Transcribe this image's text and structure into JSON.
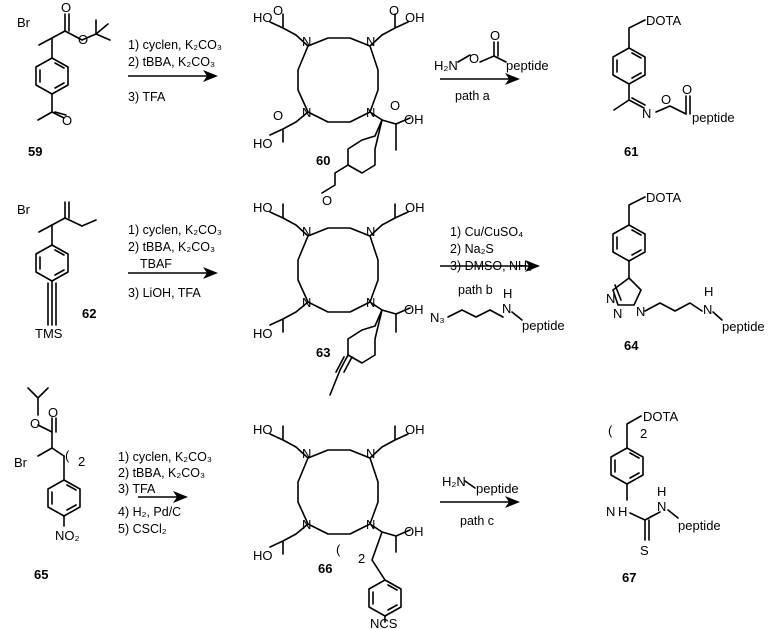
{
  "row1": {
    "sm_number": "59",
    "sm_br": "Br",
    "sm_o1": "O",
    "sm_o2": "O",
    "sm_o3": "O",
    "conditions": [
      "1) cyclen, K₂CO₃",
      "2) tBBA, K₂CO₃",
      "3) TFA"
    ],
    "intermediate_number": "60",
    "intermediate_atoms": {
      "ho": "HO",
      "oh": "OH",
      "o": "O",
      "n": "N"
    },
    "reagent": "H₂N",
    "reagent_o": "O",
    "reagent_peptide": "peptide",
    "path": "path a",
    "product_number": "61",
    "product_dota": "DOTA",
    "product_n": "N",
    "product_o": "O",
    "product_peptide": "peptide"
  },
  "row2": {
    "sm_number": "62",
    "sm_br": "Br",
    "sm_tms": "TMS",
    "conditions": [
      "1) cyclen, K₂CO₃",
      "2) tBBA, K₂CO₃",
      "TBAF",
      "3) LiOH, TFA"
    ],
    "intermediate_number": "63",
    "reagent_conditions": [
      "1) Cu/CuSO₄",
      "2) Na₂S",
      "3) DMSO, NH₃"
    ],
    "path": "path b",
    "azide_label": "N₃",
    "azide_h": "H",
    "azide_n": "N",
    "azide_peptide": "peptide",
    "product_number": "64",
    "product_dota": "DOTA",
    "product_peptide": "peptide"
  },
  "row3": {
    "sm_number": "65",
    "sm_br": "Br",
    "sm_nitro": "NO₂",
    "sm_subscript": "2",
    "conditions": [
      "1) cyclen, K₂CO₃",
      "2) tBBA, K₂CO₃",
      "3) TFA",
      "4) H₂, Pd/C",
      "5) CSCl₂"
    ],
    "intermediate_number": "66",
    "intermediate_subscript": "2",
    "intermediate_ncs": "NCS",
    "reagent": "H₂N",
    "reagent_peptide": "peptide",
    "path": "path c",
    "product_number": "67",
    "product_dota": "DOTA",
    "product_subscript": "2",
    "product_nh1": "H",
    "product_n1": "N",
    "product_nh2": "H",
    "product_n2": "N",
    "product_s": "S",
    "product_peptide": "peptide"
  }
}
